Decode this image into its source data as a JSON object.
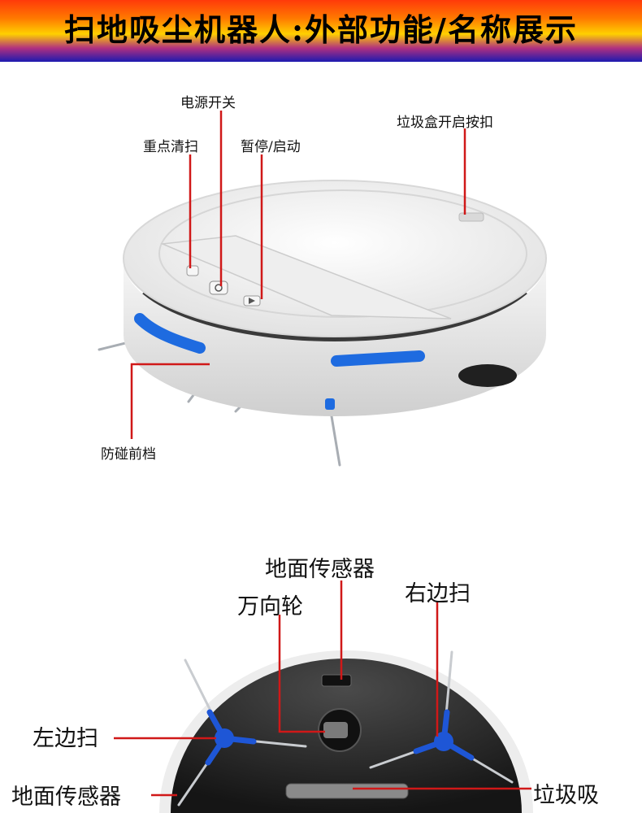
{
  "header": {
    "title": "扫地吸尘机器人:外部功能/名称展示"
  },
  "top_labels": {
    "power_switch": "电源开关",
    "spot_clean": "重点清扫",
    "pause_start": "暂停/启动",
    "dustbin_release": "垃圾盒开启按扣",
    "bumper": "防碰前档"
  },
  "bottom_labels": {
    "floor_sensor_top": "地面传感器",
    "caster_wheel": "万向轮",
    "right_brush": "右边扫",
    "left_brush": "左边扫",
    "floor_sensor_left": "地面传感器",
    "suction": "垃圾吸"
  },
  "colors": {
    "callout_line": "#d01818",
    "bumper_light": "#1e6be0",
    "body": "#f4f4f4",
    "bottom_shell": "#2a2a2a"
  }
}
